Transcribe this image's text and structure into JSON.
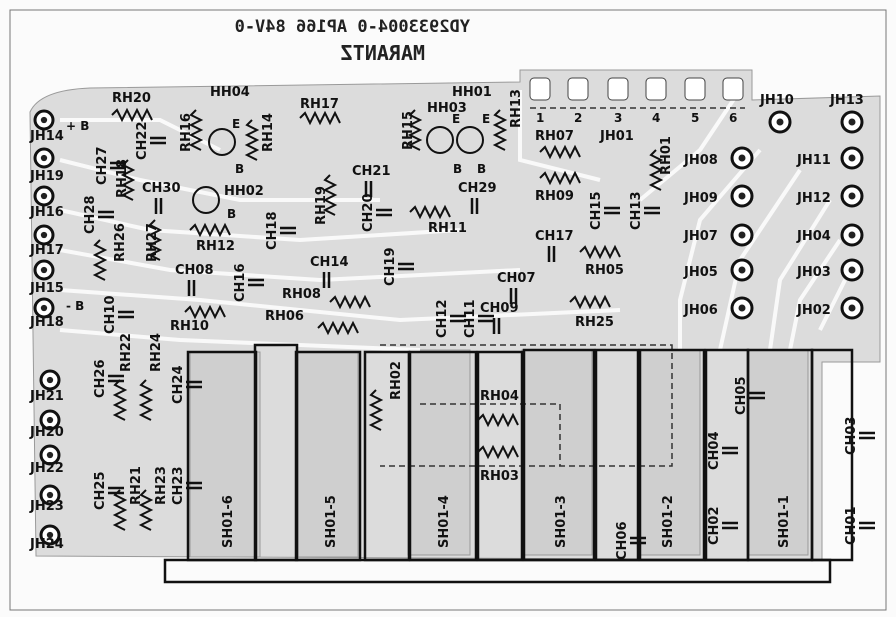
{
  "header": {
    "part_number_mirrored": "YD2933004-0 AP166 84V-0",
    "brand_mirrored": "MARANTZ"
  },
  "connector_pins": [
    "1",
    "2",
    "3",
    "4",
    "5",
    "6"
  ],
  "pads_left": [
    "JH14",
    "JH19",
    "JH16",
    "JH17",
    "JH15",
    "JH18",
    "JH21",
    "JH20",
    "JH22",
    "JH23",
    "JH24"
  ],
  "pads_right": [
    "JH10",
    "JH13",
    "JH08",
    "JH11",
    "JH09",
    "JH12",
    "JH07",
    "JH04",
    "JH05",
    "JH03",
    "JH06",
    "JH02"
  ],
  "misc_marks": {
    "plus_b": "+ B",
    "minus_b": "- B"
  },
  "components": [
    {
      "ref": "RH20"
    },
    {
      "ref": "HH04"
    },
    {
      "ref": "RH17"
    },
    {
      "ref": "HH01"
    },
    {
      "ref": "HH03"
    },
    {
      "ref": "RH13"
    },
    {
      "ref": "CH22"
    },
    {
      "ref": "RH16"
    },
    {
      "ref": "RH14"
    },
    {
      "ref": "RH15"
    },
    {
      "ref": "RH07"
    },
    {
      "ref": "JH01"
    },
    {
      "ref": "RH01"
    },
    {
      "ref": "CH27"
    },
    {
      "ref": "RH18"
    },
    {
      "ref": "CH30"
    },
    {
      "ref": "HH02"
    },
    {
      "ref": "CH21"
    },
    {
      "ref": "CH29"
    },
    {
      "ref": "RH09"
    },
    {
      "ref": "CH15"
    },
    {
      "ref": "CH13"
    },
    {
      "ref": "CH28"
    },
    {
      "ref": "RH26"
    },
    {
      "ref": "RH27"
    },
    {
      "ref": "CH18"
    },
    {
      "ref": "RH19"
    },
    {
      "ref": "CH20"
    },
    {
      "ref": "RH11"
    },
    {
      "ref": "CH17"
    },
    {
      "ref": "RH12"
    },
    {
      "ref": "CH16"
    },
    {
      "ref": "CH19"
    },
    {
      "ref": "CH14"
    },
    {
      "ref": "RH05"
    },
    {
      "ref": "CH08"
    },
    {
      "ref": "RH08"
    },
    {
      "ref": "CH07"
    },
    {
      "ref": "CH10"
    },
    {
      "ref": "RH10"
    },
    {
      "ref": "RH06"
    },
    {
      "ref": "CH12"
    },
    {
      "ref": "CH11"
    },
    {
      "ref": "CH09"
    },
    {
      "ref": "RH25"
    },
    {
      "ref": "CH26"
    },
    {
      "ref": "RH22"
    },
    {
      "ref": "RH24"
    },
    {
      "ref": "CH24"
    },
    {
      "ref": "RH02"
    },
    {
      "ref": "RH04"
    },
    {
      "ref": "CH05"
    },
    {
      "ref": "CH04"
    },
    {
      "ref": "CH03"
    },
    {
      "ref": "RH03"
    },
    {
      "ref": "CH25"
    },
    {
      "ref": "RH21"
    },
    {
      "ref": "RH23"
    },
    {
      "ref": "CH23"
    },
    {
      "ref": "CH06"
    },
    {
      "ref": "CH02"
    },
    {
      "ref": "CH01"
    }
  ],
  "switch_sections": [
    "SH01-6",
    "SH01-5",
    "SH01-4",
    "SH01-3",
    "SH01-2",
    "SH01-1"
  ],
  "transistor_pins": {
    "e": "E",
    "b": "B"
  }
}
